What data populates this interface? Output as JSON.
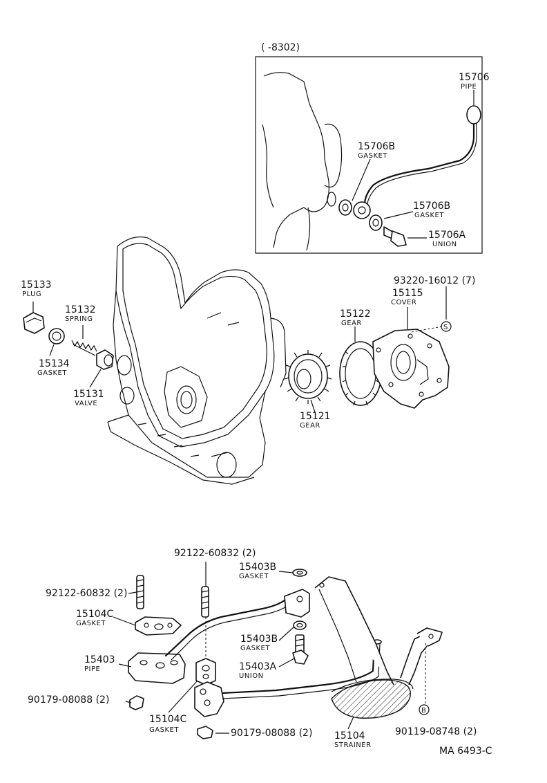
{
  "inset_header": "(        -8302)",
  "drawing_code": "MA 6493-C",
  "callouts": {
    "c15706": {
      "number": "15706",
      "name": "PIPE"
    },
    "c15706b1": {
      "number": "15706B",
      "name": "GASKET"
    },
    "c15706b2": {
      "number": "15706B",
      "name": "GASKET"
    },
    "c15706a": {
      "number": "15706A",
      "name": "UNION"
    },
    "c15133": {
      "number": "15133",
      "name": "PLUG"
    },
    "c15132": {
      "number": "15132",
      "name": "SPRING"
    },
    "c15134": {
      "number": "15134",
      "name": "GASKET"
    },
    "c15131": {
      "number": "15131",
      "name": "VALVE"
    },
    "c93220": {
      "number": "93220-16012 (7)",
      "name": ""
    },
    "c15115": {
      "number": "15115",
      "name": "COVER"
    },
    "c15122": {
      "number": "15122",
      "name": "GEAR"
    },
    "c15121": {
      "number": "15121",
      "name": "GEAR"
    },
    "c92122a": {
      "number": "92122-60832 (2)",
      "name": ""
    },
    "c92122b": {
      "number": "92122-60832 (2)",
      "name": ""
    },
    "c15403b1": {
      "number": "15403B",
      "name": "GASKET"
    },
    "c15104c1": {
      "number": "15104C",
      "name": "GASKET"
    },
    "c15403b2": {
      "number": "15403B",
      "name": "GASKET"
    },
    "c15403": {
      "number": "15403",
      "name": "PIPE"
    },
    "c15403a": {
      "number": "15403A",
      "name": "UNION"
    },
    "c90179a": {
      "number": "90179-08088 (2)",
      "name": ""
    },
    "c15104c2": {
      "number": "15104C",
      "name": "GASKET"
    },
    "c90179b": {
      "number": "90179-08088 (2)",
      "name": ""
    },
    "c15104": {
      "number": "15104",
      "name": "STRAINER"
    },
    "c90119": {
      "number": "90119-08748 (2)",
      "name": ""
    }
  },
  "symbols": {
    "s_marker": "S",
    "b_marker": "B"
  }
}
